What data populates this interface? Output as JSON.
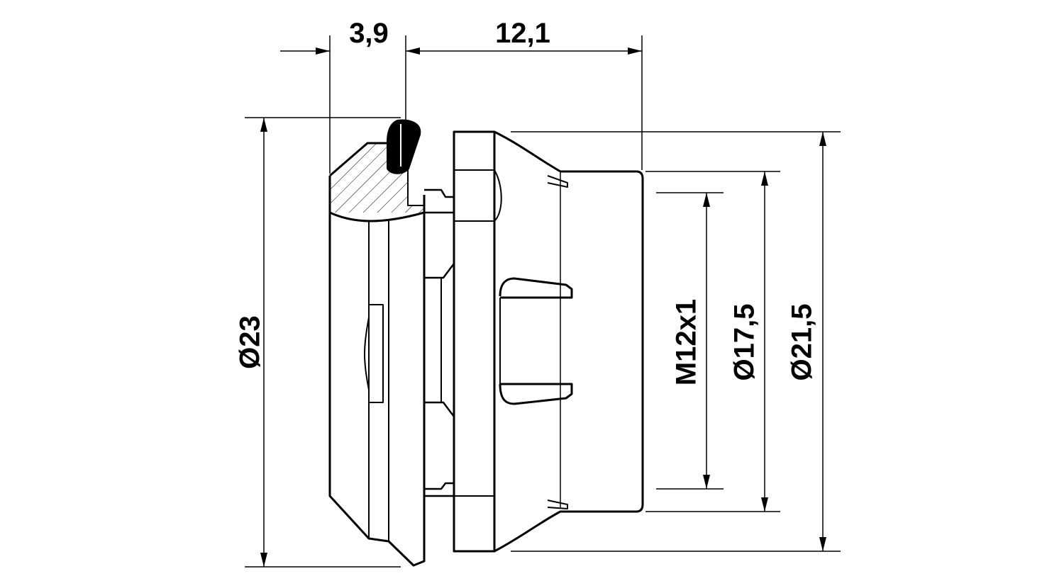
{
  "dimensions": {
    "flange_thickness": "3,9",
    "body_length": "12,1",
    "flange_diameter": "Ø23",
    "thread": "M12x1",
    "inner_diameter": "Ø17,5",
    "outer_diameter": "Ø21,5"
  },
  "colors": {
    "line": "#000000",
    "background": "#ffffff"
  }
}
